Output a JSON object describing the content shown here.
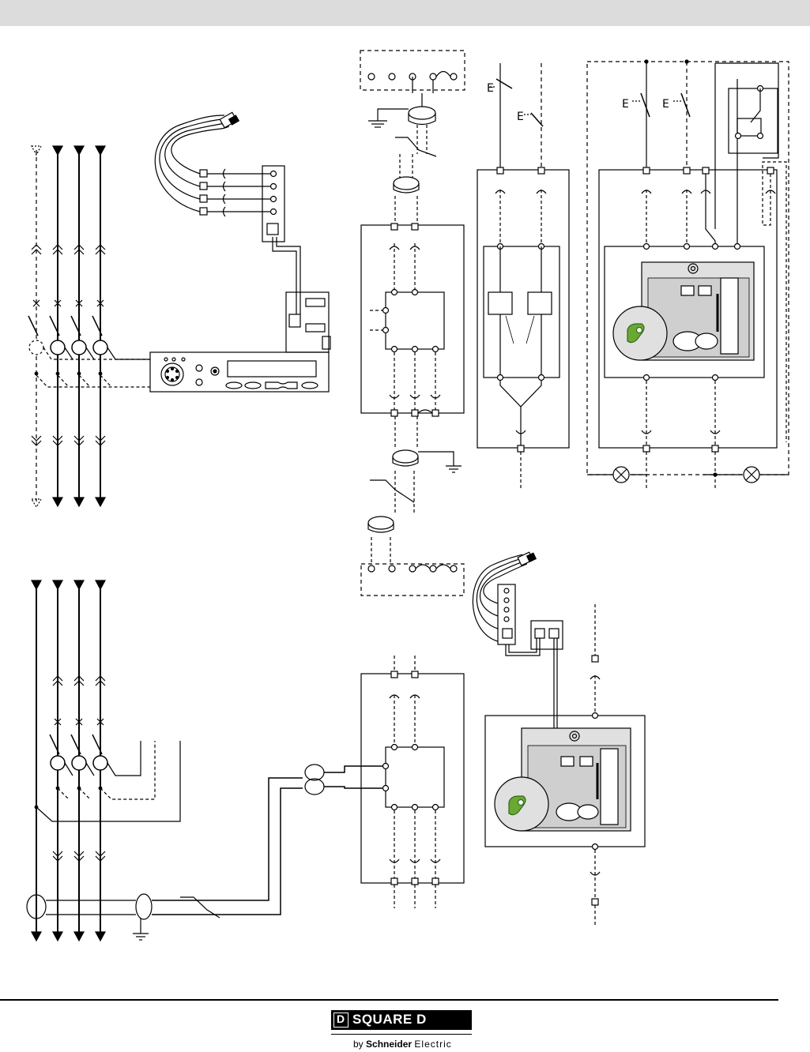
{
  "brand": {
    "letter": "D",
    "name": "SQUARE D",
    "by": "by",
    "company": "Schneider",
    "suffix": "Electric"
  },
  "switch_labels": {
    "e": "E"
  },
  "colors": {
    "header_band": "#dcdcdc",
    "led_green": "#6aa832",
    "device_gray": "#e0e0e0",
    "line": "#000000"
  }
}
